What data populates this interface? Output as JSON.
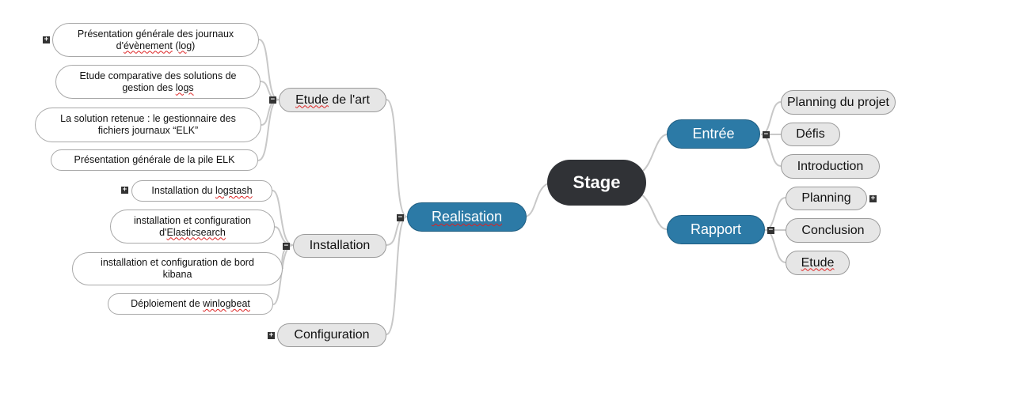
{
  "central": "Stage",
  "main": {
    "realisation": "Realisation",
    "entree": "Entrée",
    "rapport": "Rapport"
  },
  "sub": {
    "etude_art_a": "Etude",
    "etude_art_b": " de l'art",
    "installation": "Installation",
    "configuration": "Configuration",
    "planning_projet": "Planning du projet",
    "defis": "Défis",
    "introduction": "Introduction",
    "planning": "Planning",
    "conclusion": "Conclusion",
    "etude": "Etude"
  },
  "leaves": {
    "l1a": "Présentation générale des journaux",
    "l1b_pre": "d'",
    "l1b_sq": "évènement",
    "l1b_mid": " (",
    "l1b_sq2": "log",
    "l1b_post": ")",
    "l2a": "Etude comparative des solutions de",
    "l2b_pre": "gestion des ",
    "l2b_sq": "logs",
    "l3a": "La solution retenue : le gestionnaire des",
    "l3b": "fichiers journaux “ELK”",
    "l4": "Présentation générale de la pile ELK",
    "l5_pre": "Installation du ",
    "l5_sq": "logstash",
    "l6a": "installation et configuration",
    "l6b_pre": "d'",
    "l6b_sq": "Elasticsearch",
    "l7a": "installation et configuration de bord",
    "l7b": "kibana",
    "l8_pre": "Déploiement de ",
    "l8_sq": "winlogbeat"
  },
  "toggles": {
    "expand": "+",
    "collapse": "−"
  }
}
